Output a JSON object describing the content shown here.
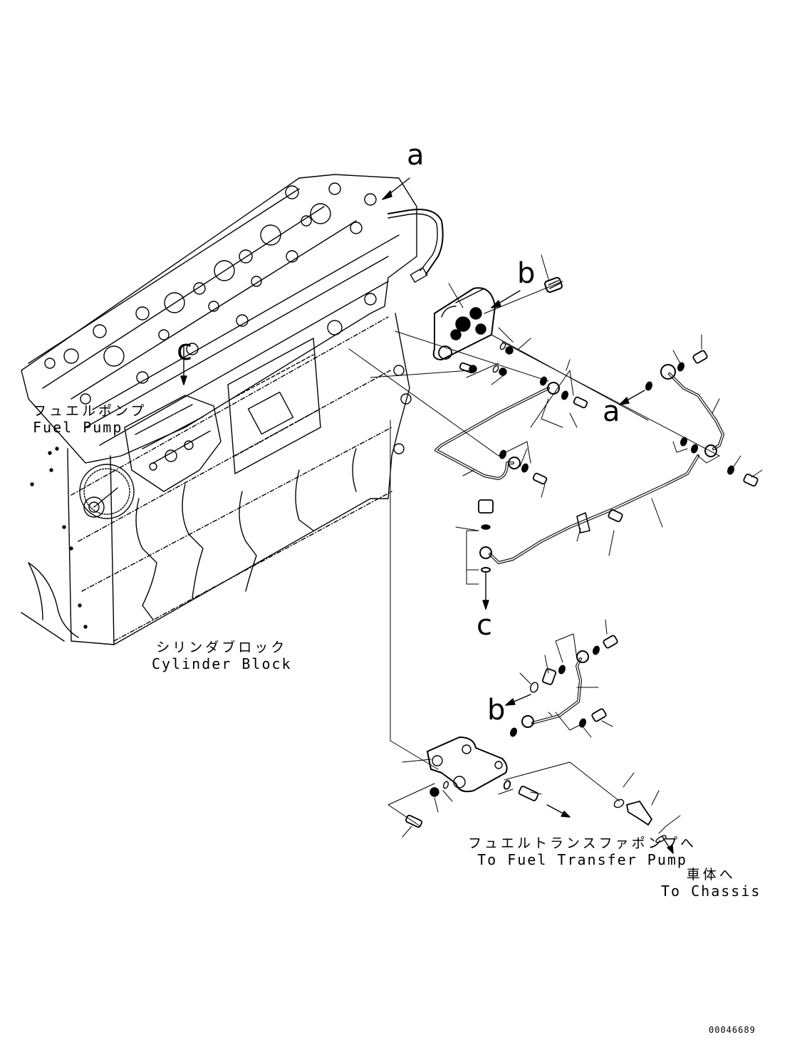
{
  "diagram": {
    "type": "exploded parts diagram",
    "subject": "engine fuel piping",
    "document_id": "00046689",
    "line_color": "#000000",
    "background": "#ffffff"
  },
  "labels": {
    "fuel_pump": {
      "jp": "フュエルポンプ",
      "en": "Fuel Pump"
    },
    "cylinder_block": {
      "jp": "シリンダブロック",
      "en": "Cylinder Block"
    },
    "fuel_transfer_pump": {
      "jp": "フュエルトランスファポンプへ",
      "en": "To Fuel Transfer Pump"
    },
    "chassis": {
      "jp": "車体へ",
      "en": "To Chassis"
    }
  },
  "callouts": [
    {
      "id": "a-top",
      "letter": "a"
    },
    {
      "id": "b-top",
      "letter": "b"
    },
    {
      "id": "c-top",
      "letter": "c"
    },
    {
      "id": "a-mid",
      "letter": "a"
    },
    {
      "id": "c-mid",
      "letter": "c"
    },
    {
      "id": "b-low",
      "letter": "b"
    }
  ],
  "parts": [
    {
      "name": "upper-fuel-block"
    },
    {
      "name": "plug"
    },
    {
      "name": "left-fuel-tube"
    },
    {
      "name": "right-fuel-tube"
    },
    {
      "name": "long-fuel-tube"
    },
    {
      "name": "lower-fuel-tube"
    },
    {
      "name": "lower-fuel-block"
    },
    {
      "name": "elbow-connector"
    },
    {
      "name": "straight-connector"
    }
  ]
}
